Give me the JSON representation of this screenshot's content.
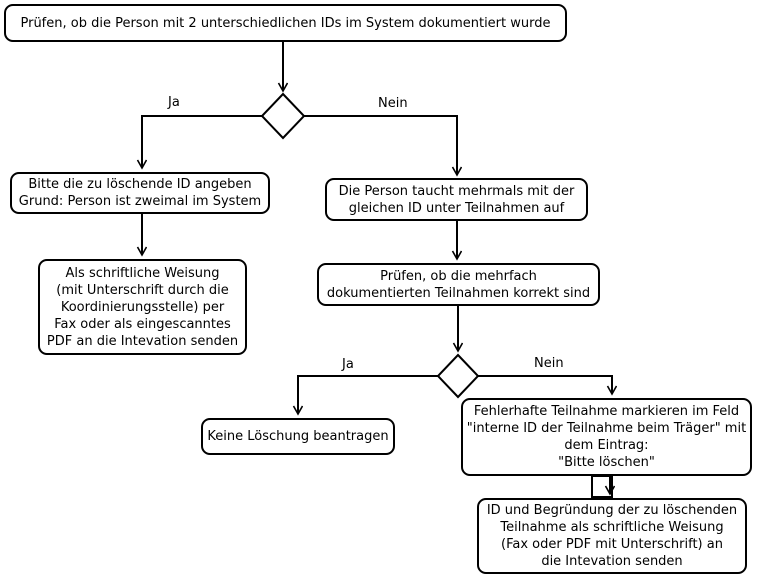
{
  "colors": {
    "ink": "#000000",
    "background": "#ffffff",
    "node_fill": "#ffffff"
  },
  "nodes": {
    "check_two_ids": {
      "text": "Prüfen, ob die Person mit 2 unterschiedlichen IDs im System dokumentiert wurde"
    },
    "enter_id_to_delete": {
      "text": "Bitte die zu löschende ID angeben\nGrund: Person ist zweimal im System"
    },
    "written_instruction_fax": {
      "text": "Als schriftliche Weisung\n(mit Unterschrift durch die\nKoordinierungsstelle) per\nFax oder als eingescanntes\nPDF an die Intevation senden"
    },
    "person_same_id": {
      "text": "Die Person taucht mehrmals mit der\ngleichen ID unter Teilnahmen auf"
    },
    "check_participations": {
      "text": "Prüfen, ob die mehrfach\ndokumentierten Teilnahmen korrekt sind"
    },
    "no_deletion": {
      "text": "Keine Löschung beantragen"
    },
    "mark_faulty_participation": {
      "text": "Fehlerhafte Teilnahme markieren im Feld\n\"interne ID der Teilnahme beim Träger\" mit\ndem Eintrag:\n\"Bitte löschen\""
    },
    "send_id_and_reason": {
      "text": "ID und Begründung der zu löschenden\nTeilnahme als schriftliche Weisung\n(Fax oder PDF mit Unterschrift) an\ndie Intevation senden"
    }
  },
  "labels": {
    "decision1_yes": "Ja",
    "decision1_no": "Nein",
    "decision2_yes": "Ja",
    "decision2_no": "Nein"
  }
}
